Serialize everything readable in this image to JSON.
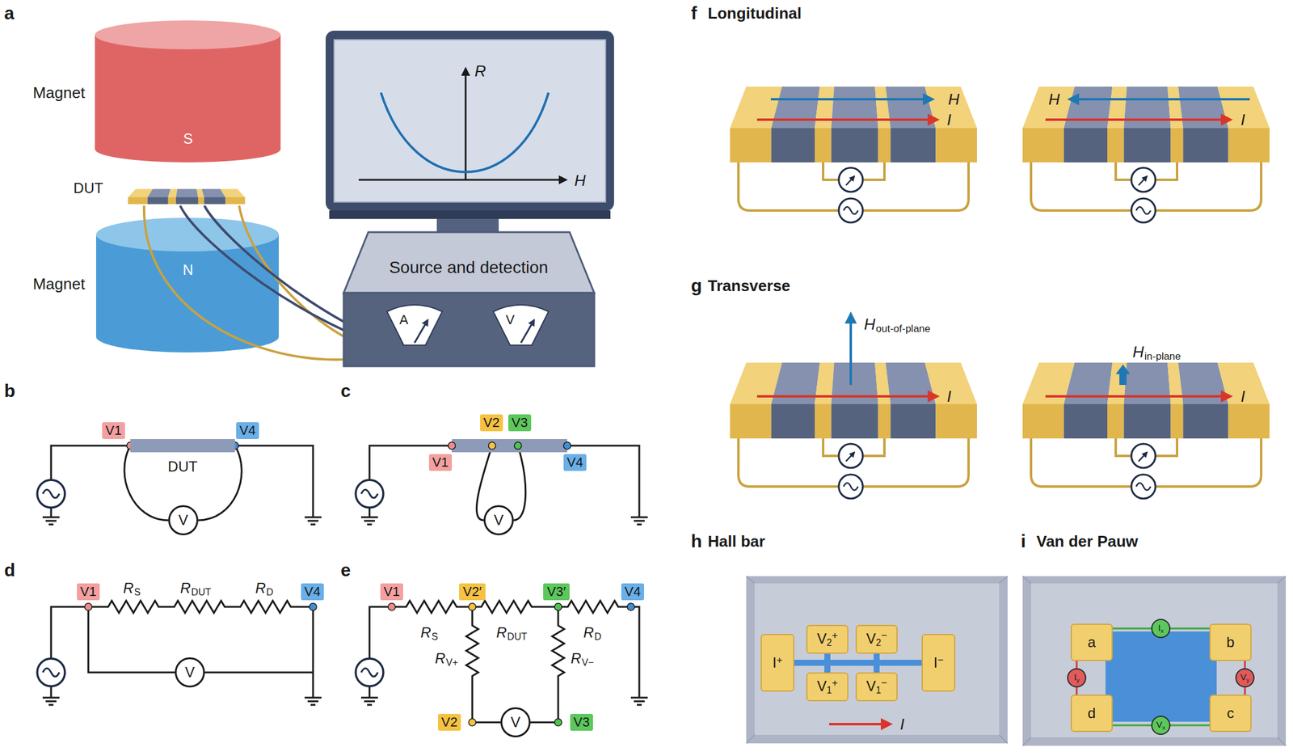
{
  "diagram": {
    "nodes": [
      {
        "text": [
          "Magnet",
          "S"
        ]
      },
      {
        "text": [
          "DUT"
        ]
      },
      {
        "text": [
          "Magnet",
          "N"
        ]
      },
      {
        "text": [
          "Source and detection"
        ]
      },
      {
        "text": [
          "A"
        ],
        "in": 3
      },
      {
        "text": [
          "V"
        ],
        "in": 3
      },
      {
        "text": [
          "V1"
        ]
      },
      {
        "text": [
          "V4"
        ]
      },
      {
        "text": [
          "DUT"
        ]
      },
      {
        "text": [
          "V"
        ]
      },
      {
        "text": [
          "V2"
        ]
      },
      {
        "text": [
          "V3"
        ]
      },
      {
        "text": [
          "V1"
        ]
      },
      {
        "text": [
          "V4"
        ]
      },
      {
        "text": [
          "V"
        ]
      },
      {
        "text": [
          "V1"
        ]
      },
      {
        "text": [
          "V4"
        ]
      },
      {
        "text": [
          "V"
        ]
      },
      {
        "text": [
          "V1"
        ]
      },
      {
        "text": [
          "V2′"
        ]
      },
      {
        "text": [
          "V3′"
        ]
      },
      {
        "text": [
          "V4"
        ]
      },
      {
        "text": [
          "V2"
        ]
      },
      {
        "text": [
          "V3"
        ]
      },
      {
        "text": [
          "V"
        ]
      },
      {
        "text": [
          "V",
          "2",
          "+"
        ]
      },
      {
        "text": [
          "V",
          "2",
          "−"
        ]
      },
      {
        "text": [
          "I",
          "+"
        ]
      },
      {
        "text": [
          "I",
          "−"
        ]
      },
      {
        "text": [
          "V",
          "1",
          "+"
        ]
      },
      {
        "text": [
          "V",
          "1",
          "−"
        ]
      },
      {
        "text": [
          "a"
        ]
      },
      {
        "text": [
          "I",
          "x"
        ]
      },
      {
        "text": [
          "b"
        ]
      },
      {
        "text": [
          "I",
          "y"
        ]
      },
      {
        "text": [
          "V",
          "y"
        ]
      },
      {
        "text": [
          "d"
        ]
      },
      {
        "text": [
          "V",
          "x"
        ]
      },
      {
        "text": [
          "c"
        ]
      }
    ],
    "edges": [
      {
        "from": 1,
        "to": 4,
        "arrow": "none"
      },
      {
        "from": 1,
        "to": 4,
        "arrow": "none"
      },
      {
        "from": 1,
        "to": 5,
        "arrow": "none"
      },
      {
        "from": 1,
        "to": 5,
        "arrow": "none"
      },
      {
        "from": 31,
        "to": 32,
        "arrow": "none"
      },
      {
        "from": 32,
        "to": 33,
        "arrow": "none"
      },
      {
        "from": 31,
        "to": 34,
        "arrow": "none"
      },
      {
        "from": 34,
        "to": 36,
        "arrow": "none"
      },
      {
        "from": 33,
        "to": 35,
        "arrow": "none"
      },
      {
        "from": 35,
        "to": 38,
        "arrow": "none"
      },
      {
        "from": 36,
        "to": 37,
        "arrow": "none"
      },
      {
        "from": 37,
        "to": 38,
        "arrow": "none"
      }
    ],
    "labels": [
      "a",
      "R",
      "H",
      "b",
      "c",
      "d",
      "R",
      "S",
      "R",
      "DUT",
      "R",
      "D",
      "e",
      "R",
      "S",
      "R",
      "DUT",
      "R",
      "D",
      "R",
      "V+",
      "R",
      "V−",
      "f",
      "Longitudinal",
      "H",
      "I",
      "H",
      "I",
      "g",
      "Transverse",
      "H",
      "out-of-plane",
      "I",
      "H",
      "in-plane",
      "I",
      "h",
      "Hall bar",
      "I",
      "i",
      "Van der Pauw"
    ]
  }
}
